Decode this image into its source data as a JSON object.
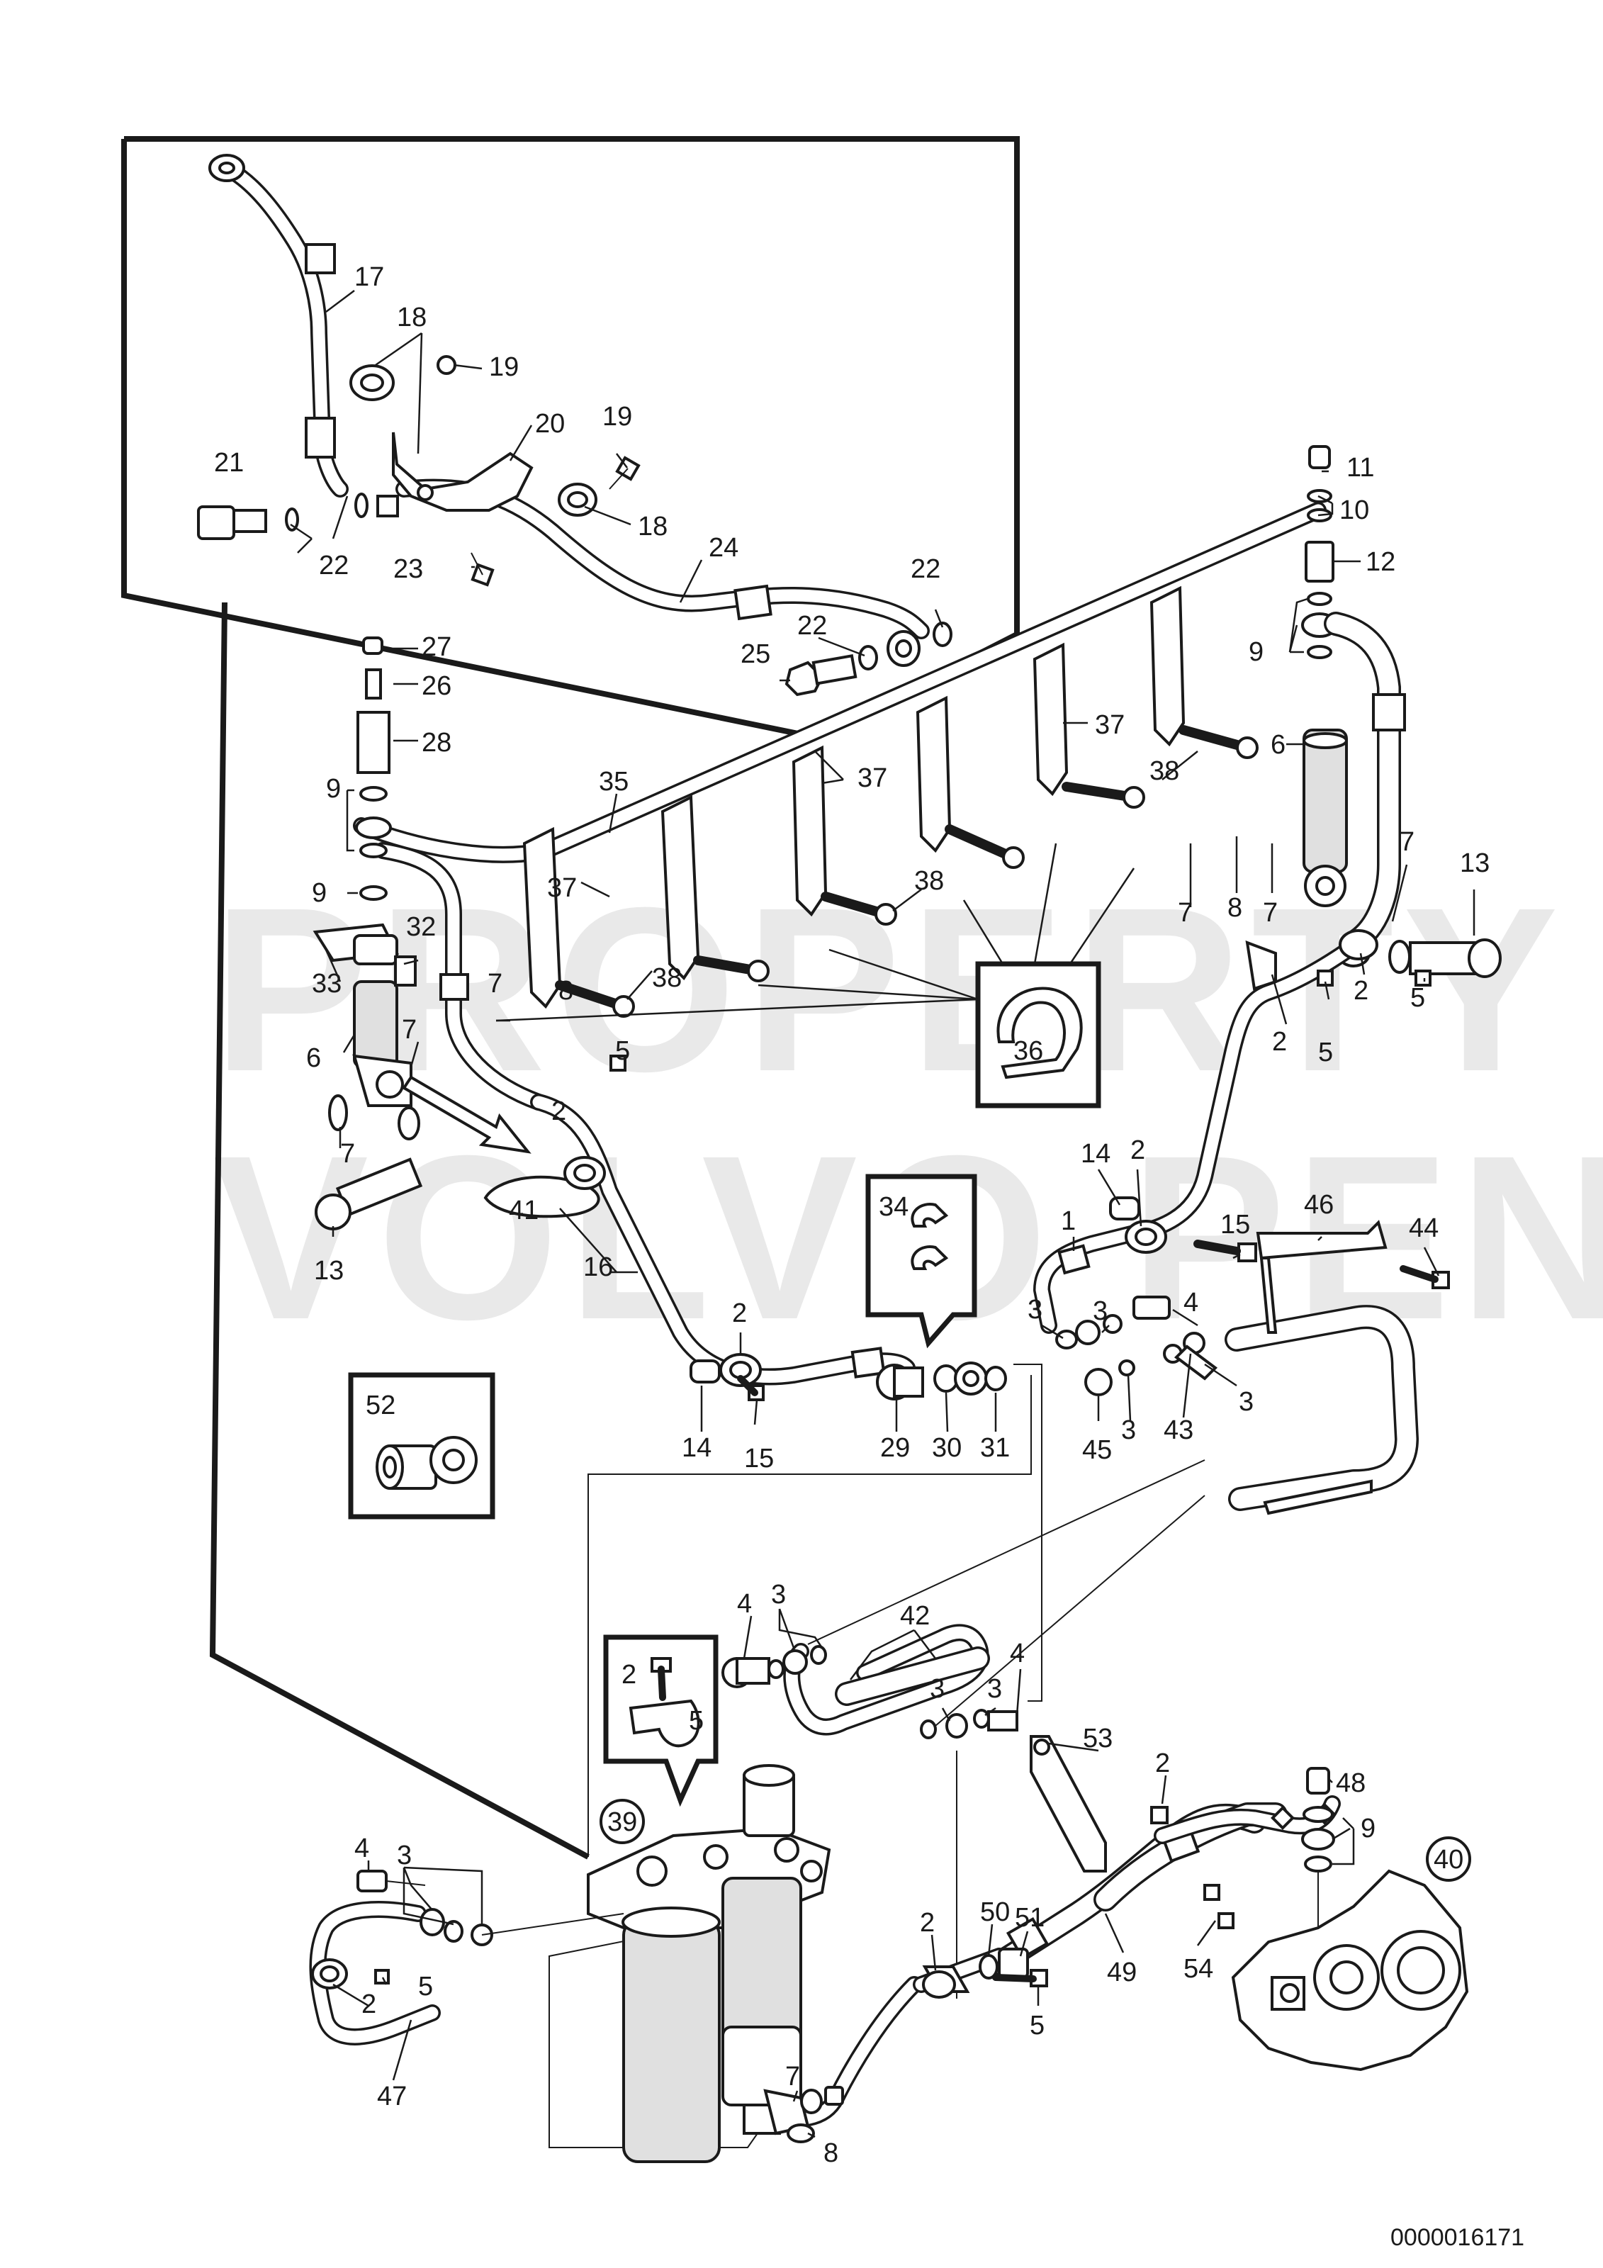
{
  "watermark": {
    "line1": "PROPERTY OF",
    "line2": "VOLVO PENTA"
  },
  "document_id": "0000016171",
  "callouts": {
    "c1": "1",
    "c2": "2",
    "c3": "3",
    "c4": "4",
    "c5": "5",
    "c6": "6",
    "c7": "7",
    "c8": "8",
    "c9": "9",
    "c10": "10",
    "c11": "11",
    "c12": "12",
    "c13": "13",
    "c14": "14",
    "c15": "15",
    "c16": "16",
    "c17": "17",
    "c18": "18",
    "c19": "19",
    "c20": "20",
    "c21": "21",
    "c22": "22",
    "c23": "23",
    "c24": "24",
    "c25": "25",
    "c26": "26",
    "c27": "27",
    "c28": "28",
    "c29": "29",
    "c30": "30",
    "c31": "31",
    "c32": "32",
    "c33": "33",
    "c34": "34",
    "c35": "35",
    "c36": "36",
    "c37": "37",
    "c38": "38",
    "c39": "39",
    "c40": "40",
    "c41": "41",
    "c42": "42",
    "c43": "43",
    "c44": "44",
    "c45": "45",
    "c46": "46",
    "c47": "47",
    "c48": "48",
    "c49": "49",
    "c50": "50",
    "c51": "51",
    "c52": "52",
    "c53": "53",
    "c54": "54"
  },
  "icons": {
    "pipe_clamp": "clamp-icon",
    "banjo_bolt": "banjo-bolt-icon",
    "washer": "washer-icon",
    "fuel_filter": "fuel-filter-icon",
    "fuel_pump": "fuel-pump-icon",
    "cable_tie": "cable-tie-icon"
  }
}
